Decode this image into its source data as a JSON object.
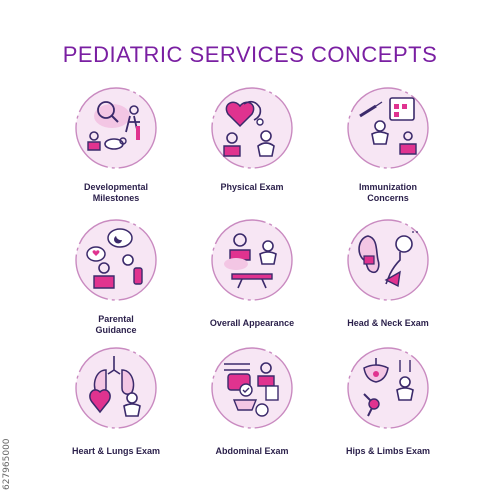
{
  "title": "PEDIATRIC SERVICES CONCEPTS",
  "colors": {
    "title": "#7a1fa2",
    "label": "#2a1f4a",
    "line": "#3b2a6b",
    "accent": "#e0338f",
    "circle_fill": "#f7e6f4",
    "circle_stroke": "#c98ac0",
    "blob": "#f3c6e4"
  },
  "items": [
    {
      "label_1": "Developmental",
      "label_2": "Milestones",
      "icon": "child-crawling-doctor-icon"
    },
    {
      "label_1": "Physical Exam",
      "label_2": "",
      "icon": "heart-stethoscope-baby-icon"
    },
    {
      "label_1": "Immunization",
      "label_2": "Concerns",
      "icon": "syringe-calendar-baby-icon"
    },
    {
      "label_1": "Parental",
      "label_2": "Guidance",
      "icon": "parent-baby-bottle-icon"
    },
    {
      "label_1": "Overall Appearance",
      "label_2": "",
      "icon": "doctor-baby-scale-icon"
    },
    {
      "label_1": "Head & Neck Exam",
      "label_2": "",
      "icon": "ear-head-profile-icon"
    },
    {
      "label_1": "Heart & Lungs Exam",
      "label_2": "",
      "icon": "lungs-heart-baby-icon"
    },
    {
      "label_1": "Abdominal Exam",
      "label_2": "",
      "icon": "abdomen-diaper-doctor-icon"
    },
    {
      "label_1": "Hips & Limbs Exam",
      "label_2": "",
      "icon": "pelvis-baby-joint-icon"
    }
  ],
  "side_id": "627965000"
}
